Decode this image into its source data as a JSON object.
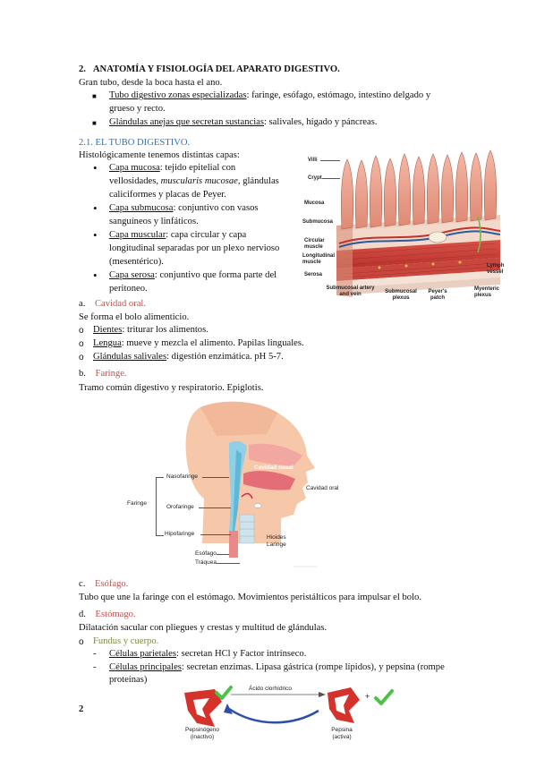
{
  "heading": {
    "number": "2.",
    "title": "ANATOMÍA Y FISIOLOGÍA DEL APARATO DIGESTIVO."
  },
  "intro": "Gran tubo, desde la boca hasta el ano.",
  "intro_bullets": [
    {
      "u": "Tubo digestivo zonas especializadas",
      "rest": ": faringe, esófago, estómago, intestino delgado y",
      "rest2": "grueso y recto."
    },
    {
      "u": "Glándulas anejas que secretan sustancias",
      "rest": ": salivales, hígado y páncreas."
    }
  ],
  "section": {
    "title": "2.1. EL TUBO DIGESTIVO.",
    "subtitle": "Histológicamente tenemos distintas capas:"
  },
  "layers": [
    {
      "u": "Capa mucosa",
      "lines": [
        ": tejido epitelial con",
        "vellosidades, ",
        "muscularis mucosae",
        ", glándulas",
        "caliciformes y placas de Peyer."
      ]
    },
    {
      "u": "Capa submucosa",
      "lines": [
        ": conjuntivo con vasos",
        "sanguíneos y linfáticos."
      ]
    },
    {
      "u": "Capa muscular",
      "lines": [
        ": capa circular y capa",
        "longitudinal separadas por un plexo nervioso",
        "(mesentérico)."
      ]
    },
    {
      "u": "Capa serosa",
      "lines": [
        ": conjuntivo que forma parte del",
        "peritoneo."
      ]
    }
  ],
  "wall_figure": {
    "labels": {
      "villi": "Villi",
      "crypt": "Crypt",
      "mucosa": "Mucosa",
      "submucosa": "Submucosa",
      "circular": "Circular muscle",
      "longitudinal": "Longitudinal muscle",
      "serosa": "Serosa",
      "sub_artery": "Submucosal artery and vein",
      "sub_plexus": "Submucosal plexus",
      "peyer": "Peyer's patch",
      "lymph": "Lymph vessel",
      "myenteric": "Myenteric plexus"
    }
  },
  "a": {
    "letter": "a.",
    "title": "Cavidad oral",
    "dot": ".",
    "text": "Se forma el bolo alimenticio.",
    "items": [
      {
        "u": "Dientes",
        "rest": ": triturar los alimentos."
      },
      {
        "u": "Lengua",
        "rest": ": mueve y mezcla el alimento. Papilas linguales."
      },
      {
        "u": "Glándulas salivales",
        "rest": ": digestión enzimática. pH 5-7."
      }
    ]
  },
  "b": {
    "letter": "b.",
    "title": "Faringe",
    "dot": ".",
    "text": "Tramo común digestivo y respiratorio. Epiglotis."
  },
  "pharynx_figure": {
    "labels": {
      "nasofaringe": "Nasofaringe",
      "cavidad_nasal": "Cavidad nasal",
      "cavidad_oral": "Cavidad oral",
      "faringe": "Faringe",
      "orofaringe": "Orofaringe",
      "hipofaringe": "Hipofaringe",
      "hioides": "Hioides",
      "laringe": "Laringe",
      "esofago": "Esófago",
      "traquea": "Tráquea"
    }
  },
  "c": {
    "letter": "c.",
    "title": "Esófago",
    "dot": ".",
    "text": "Tubo que une la faringe con el estómago. Movimientos peristálticos para impulsar el bolo."
  },
  "d": {
    "letter": "d.",
    "title": "Estómago",
    "dot": ".",
    "text": "Dilatación sacular con pliegues y crestas y multitud de glándulas.",
    "sub": {
      "title": "Fundus y cuerpo",
      "dot": ".",
      "items": [
        {
          "u": "Células parietales",
          "rest": ": secretan HCl y Factor intrínseco."
        },
        {
          "u": "Células principales",
          "rest": ": secretan enzimas. Lipasa gástrica (rompe lípidos), y pepsina (rompe",
          "rest2": "proteínas)"
        }
      ]
    }
  },
  "pepsin_figure": {
    "acid": "Ácido clorhídrico",
    "plus": "+",
    "pepsinogen": "Pepsinógeno",
    "pepsinogen_state": "(inactivo)",
    "pepsin": "Pepsina",
    "pepsin_state": "(activa)"
  },
  "page_number": "2"
}
